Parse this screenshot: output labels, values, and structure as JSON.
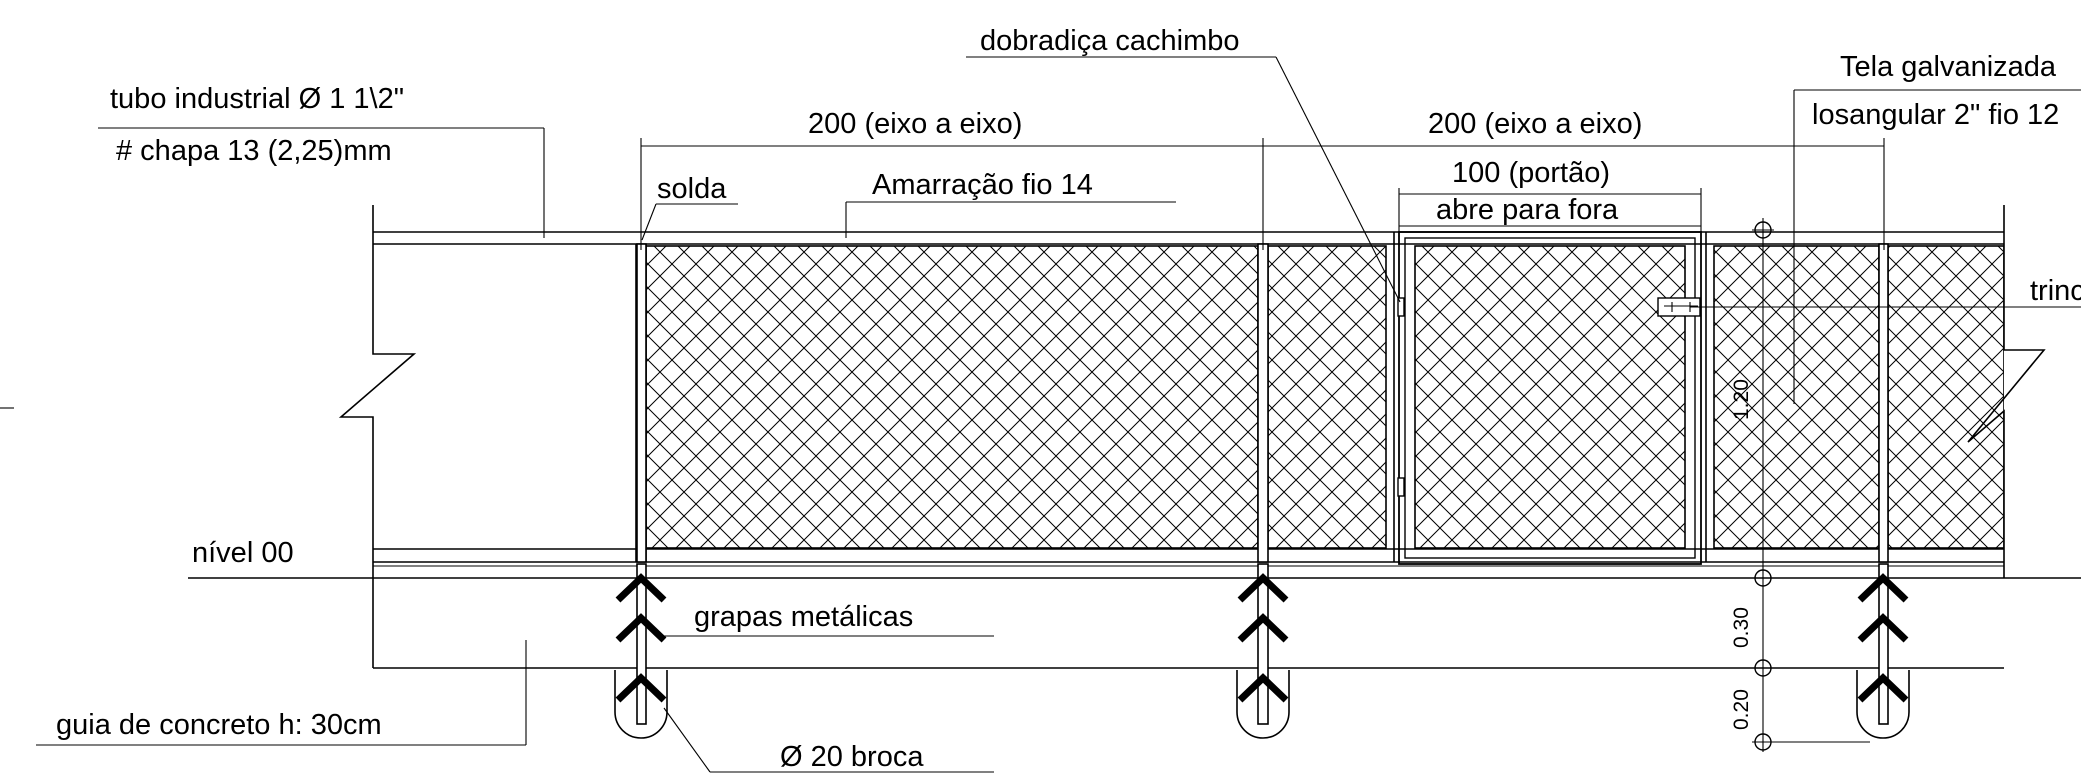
{
  "labels": {
    "tubo": "tubo industrial Ø 1 1\\2\"",
    "chapa": "# chapa 13 (2,25)mm",
    "solda": "solda",
    "amarracao": "Amarração fio 14",
    "dobradica": "dobradiça cachimbo",
    "tela_line1": "Tela galvanizada",
    "tela_line2": "losangular 2\" fio 12",
    "trinco": "trinco",
    "nivel": "nível 00",
    "grapas": "grapas metálicas",
    "guia": "guia de concreto h: 30cm",
    "broca": "Ø 20 broca"
  },
  "dimensions": {
    "span_left": "200 (eixo a eixo)",
    "span_right": "200 (eixo a eixo)",
    "gate_width": "100 (portão)",
    "gate_note": "abre para fora",
    "height_fence": "1.20",
    "height_guia": "0.30",
    "height_broca": "0.20"
  }
}
